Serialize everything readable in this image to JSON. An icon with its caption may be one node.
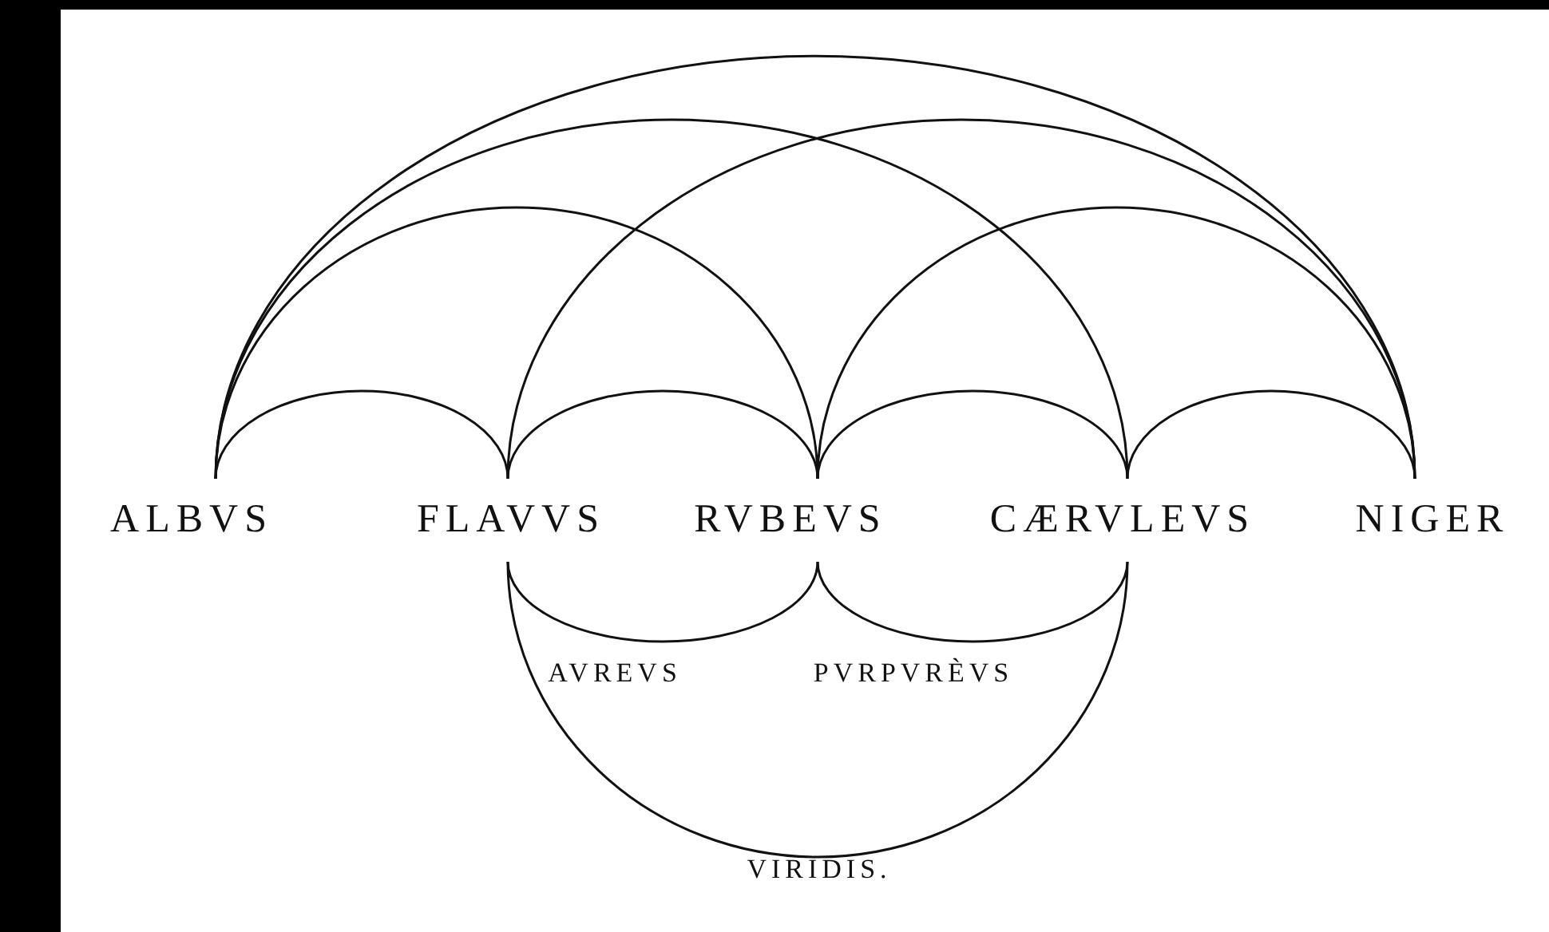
{
  "diagram": {
    "nodes": [
      {
        "text": [
          "ALBVS"
        ]
      },
      {
        "text": [
          "FLAVVS"
        ]
      },
      {
        "text": [
          "RVBEVS"
        ]
      },
      {
        "text": [
          "CÆRVLEVS"
        ]
      },
      {
        "text": [
          "NIGER"
        ]
      }
    ],
    "edges": [
      {
        "from": 0,
        "to": 4,
        "arrow": "none"
      },
      {
        "from": 0,
        "to": 3,
        "arrow": "none"
      },
      {
        "from": 0,
        "to": 2,
        "arrow": "none"
      },
      {
        "from": 0,
        "to": 1,
        "arrow": "none"
      },
      {
        "from": 1,
        "to": 4,
        "arrow": "none"
      },
      {
        "from": 2,
        "to": 4,
        "arrow": "none"
      },
      {
        "from": 3,
        "to": 4,
        "arrow": "none"
      },
      {
        "from": 1,
        "to": 2,
        "arrow": "none"
      },
      {
        "from": 2,
        "to": 3,
        "arrow": "none"
      },
      {
        "from": 1,
        "to": 2,
        "arrow": "none",
        "label": "AVREVS"
      },
      {
        "from": 2,
        "to": 3,
        "arrow": "none",
        "label": "PVRPVRÈVS"
      },
      {
        "from": 1,
        "to": 3,
        "arrow": "none",
        "label": "VIRIDIS."
      }
    ]
  }
}
